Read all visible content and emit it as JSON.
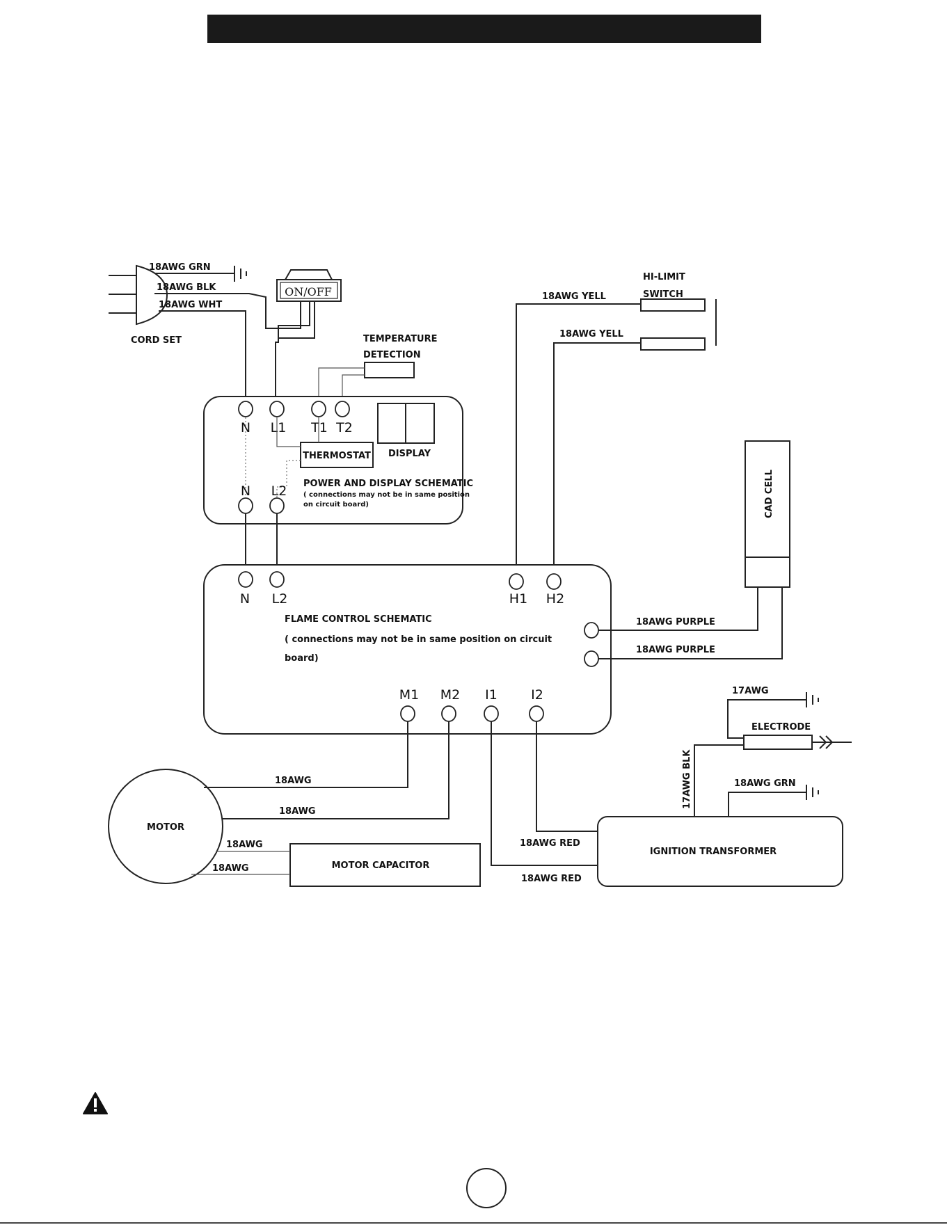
{
  "labels": {
    "grn_main": "18AWG GRN",
    "blk_main": "18AWG BLK",
    "wht_main": "18AWG WHT",
    "cord_set": "CORD SET",
    "on_off": "ON/OFF",
    "temp_detection_1": "TEMPERATURE",
    "temp_detection_2": "DETECTION",
    "yell_1": "18AWG YELL",
    "yell_2": "18AWG YELL",
    "hi_limit_1": "HI-LIMIT",
    "hi_limit_2": "SWITCH",
    "thermostat": "THERMOSTAT",
    "display": "DISPLAY",
    "power_schematic": "POWER AND DISPLAY SCHEMATIC",
    "power_note_1": "( connections may not be in same position",
    "power_note_2": "on circuit board)",
    "cad_cell": "CAD CELL",
    "flame_schematic": "FLAME CONTROL SCHEMATIC",
    "flame_note_1": "( connections may not be in same position on circuit",
    "flame_note_2": "board)",
    "purple_1": "18AWG PURPLE",
    "purple_2": "18AWG PURPLE",
    "awg17": "17AWG",
    "electrode": "ELECTRODE",
    "awg17_blk": "17AWG BLK",
    "grn_ign": "18AWG GRN",
    "motor": "MOTOR",
    "motor_awg_1": "18AWG",
    "motor_awg_2": "18AWG",
    "cap_awg_1": "18AWG",
    "cap_awg_2": "18AWG",
    "motor_capacitor": "MOTOR CAPACITOR",
    "red_1": "18AWG RED",
    "red_2": "18AWG RED",
    "ignition_transformer": "IGNITION TRANSFORMER"
  },
  "terminals": {
    "power_n_top": "N",
    "power_l1": "L1",
    "power_t1": "T1",
    "power_t2": "T2",
    "power_n_bot": "N",
    "power_l2": "L2",
    "flame_n": "N",
    "flame_l2": "L2",
    "flame_h1": "H1",
    "flame_h2": "H2",
    "flame_m1": "M1",
    "flame_m2": "M2",
    "flame_i1": "I1",
    "flame_i2": "I2"
  },
  "icons": {
    "warning": "warning-triangle-icon",
    "page_number_circle": "page-number-circle"
  }
}
